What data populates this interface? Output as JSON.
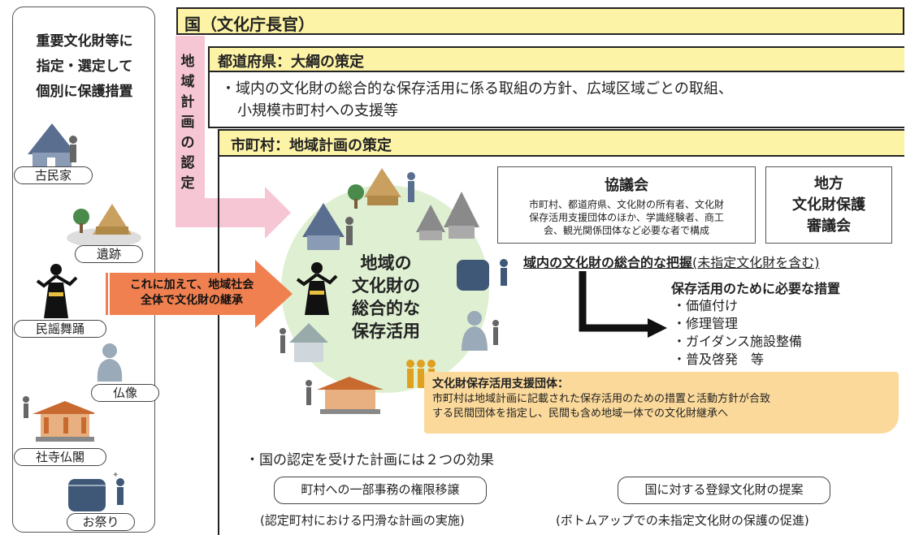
{
  "left_panel": {
    "heading": [
      "重要文化財等に",
      "指定・選定して",
      "個別に保護措置"
    ],
    "items": [
      "古民家",
      "遺跡",
      "民謡舞踊",
      "仏像",
      "社寺仏閣",
      "お祭り"
    ]
  },
  "national": {
    "title": "国（文化庁長官）"
  },
  "vertical_label": [
    "地",
    "域",
    "計",
    "画",
    "の",
    "認",
    "定"
  ],
  "prefecture": {
    "title": "都道府県：大綱の策定",
    "body_line1": "・域内の文化財の総合的な保存活用に係る取組の方針、広域区域ごとの取組、",
    "body_line2": "小規模市町村への支援等"
  },
  "municipality": {
    "title": "市町村：地域計画の策定"
  },
  "council": {
    "title": "協議会",
    "body": [
      "市町村、都道府県、文化財の所有者、文化財",
      "保存活用支援団体のほか、学識経験者、商工",
      "会、観光関係団体など必要な者で構成"
    ]
  },
  "local_council": {
    "lines": [
      "地方",
      "文化財保護",
      "審議会"
    ]
  },
  "circle_text": [
    "地域の",
    "文化財の",
    "総合的な",
    "保存活用"
  ],
  "society_arrow": [
    "これに加えて、地域社会",
    "全体で文化財の継承"
  ],
  "grasp": {
    "main": "域内の文化財の総合的な把握",
    "note": "(未指定文化財を含む)"
  },
  "measures": {
    "title": "保存活用のために必要な措置",
    "items": [
      "・価値付け",
      "・修理管理",
      "・ガイダンス施設整備",
      "・普及啓発　等"
    ]
  },
  "support_org": {
    "title": "文化財保存活用支援団体：",
    "line1": "市町村は地域計画に記載された保存活用のための措置と活動方針が合致",
    "line2": "する民間団体を指定し、民間も含め地域一体での文化財継承へ"
  },
  "effects": {
    "heading": "・国の認定を受けた計画には２つの効果",
    "left_box": "町村への一部事務の権限移譲",
    "left_note": "(認定町村における円滑な計画の実施)",
    "right_box": "国に対する登録文化財の提案",
    "right_note": "(ボトムアップでの未指定文化財の保護の促進)"
  },
  "colors": {
    "header_yellow": "#fdf3a6",
    "arrow_pink": "#f7c6d4",
    "arrow_orange": "#f08050",
    "circle_fill": "#dff0d2",
    "support_fill": "#fbd99a",
    "roof_blue": "#5a6f8f",
    "thatch": "#c9a060"
  }
}
